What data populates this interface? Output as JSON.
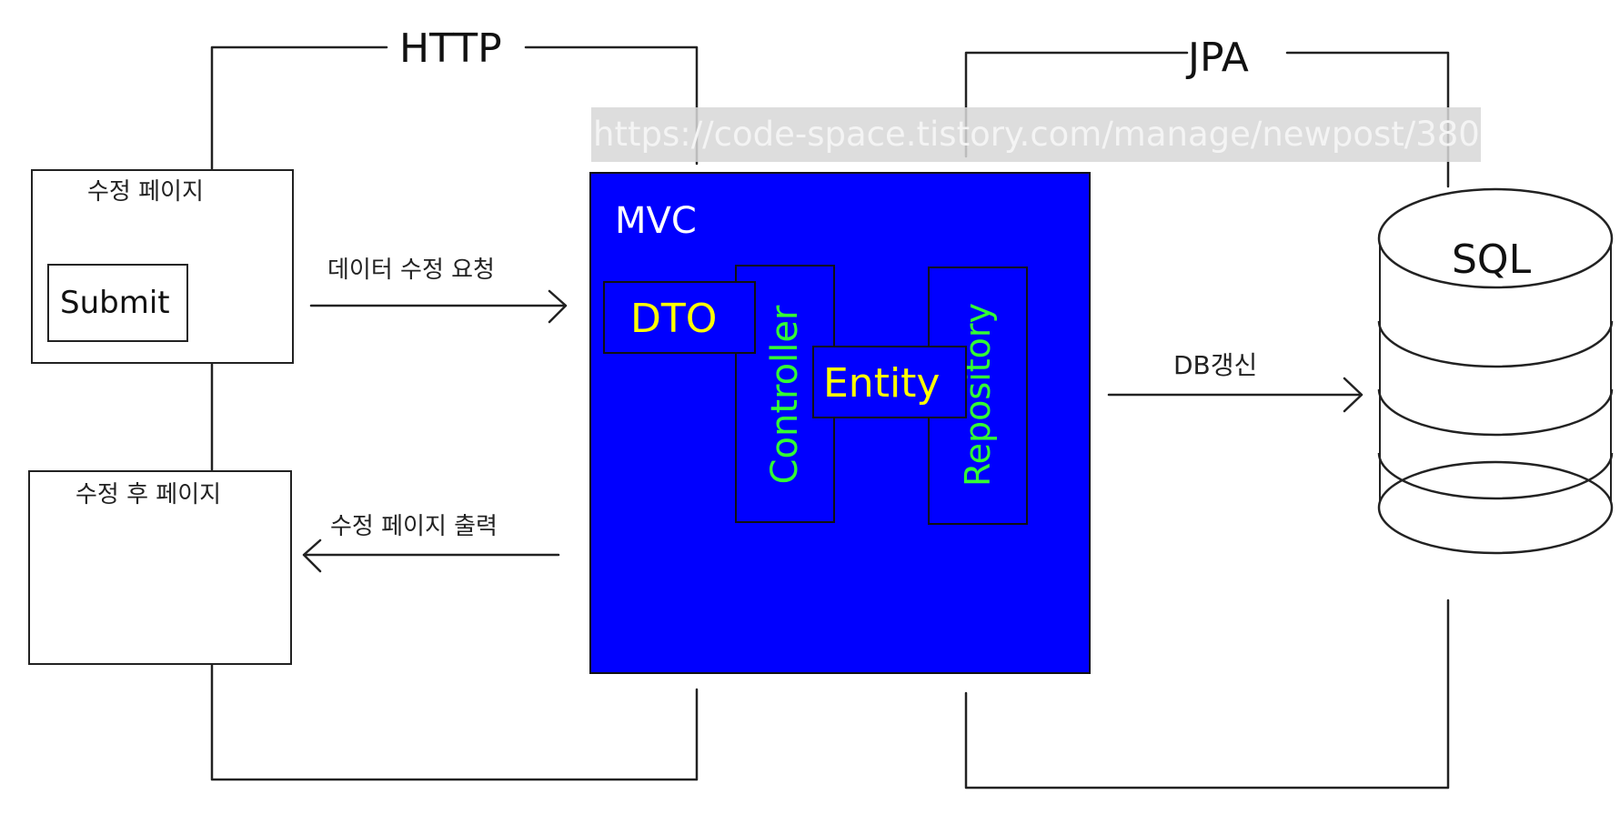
{
  "diagram": {
    "protocols": {
      "http": "HTTP",
      "jpa": "JPA"
    },
    "url": "https://code-space.tistory.com/manage/newpost/380?",
    "edit_page": {
      "title": "수정 페이지",
      "submit": "Submit"
    },
    "after_page": {
      "title": "수정 후 페이지"
    },
    "arrows": {
      "request": "데이터 수정 요청",
      "response": "수정 페이지 출력",
      "db_update": "DB갱신"
    },
    "mvc": {
      "title": "MVC",
      "dto": "DTO",
      "controller": "Controller",
      "entity": "Entity",
      "repository": "Repository"
    },
    "database": {
      "label": "SQL"
    },
    "colors": {
      "mvc_fill": "#0000ff",
      "dto_text": "#ffff00",
      "entity_text": "#ffff00",
      "layer_text": "#33ff33",
      "mvc_title_text": "#ffffff"
    }
  }
}
